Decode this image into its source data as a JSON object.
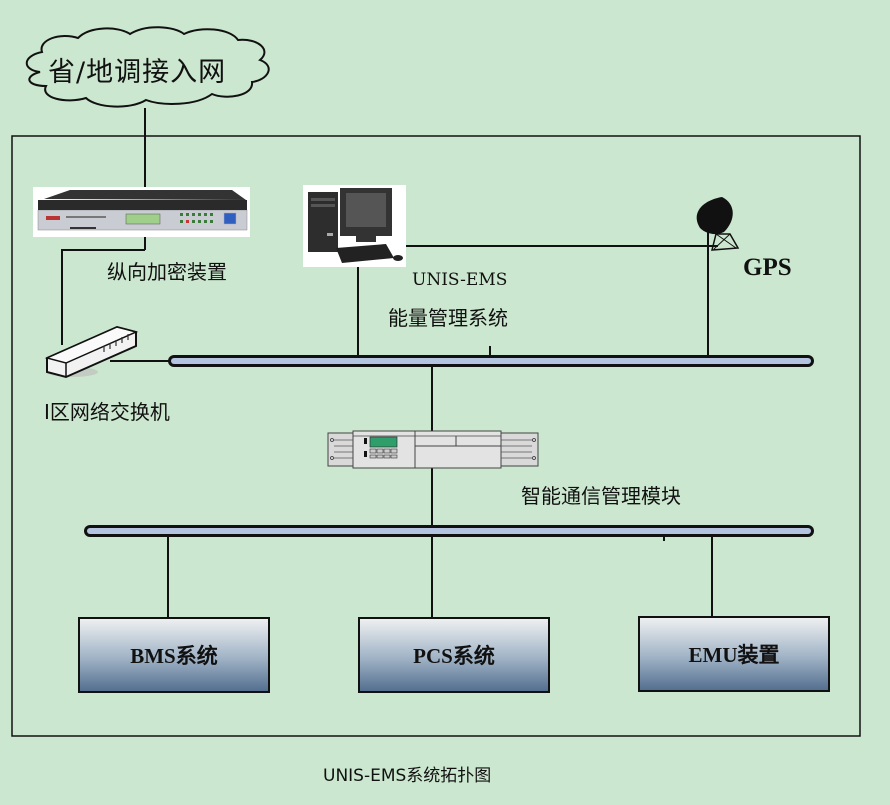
{
  "diagram": {
    "title": "UNIS-EMS系统拓扑图",
    "colors": {
      "background": "#cce7cf",
      "bus_fill": "#b4c4e0",
      "bus_outline": "#111111",
      "box_top": "#eef0f1",
      "box_bottom": "#546f90",
      "display_green": "#2e9e6a"
    },
    "nodes": {
      "cloud": {
        "label": "省/地调接入网",
        "icon": "cloud-icon"
      },
      "encryption": {
        "label": "纵向加密装置",
        "icon": "rack-device-icon"
      },
      "ems": {
        "label_line1": "UNIS-EMS",
        "label_line2": "能量管理系统",
        "icon": "desktop-computer-icon"
      },
      "gps": {
        "label": "GPS",
        "icon": "satellite-dish-icon"
      },
      "switch": {
        "label": "I区网络交换机",
        "icon": "network-switch-icon"
      },
      "comm_module": {
        "label": "智能通信管理模块",
        "icon": "server-rack-icon"
      },
      "bms": {
        "label": "BMS系统"
      },
      "pcs": {
        "label": "PCS系统"
      },
      "emu": {
        "label": "EMU装置"
      }
    },
    "edges": [
      [
        "cloud",
        "encryption"
      ],
      [
        "encryption",
        "switch"
      ],
      [
        "switch",
        "bus_1"
      ],
      [
        "ems",
        "bus_1"
      ],
      [
        "ems",
        "gps"
      ],
      [
        "gps",
        "bus_1"
      ],
      [
        "bus_1",
        "comm_module"
      ],
      [
        "comm_module",
        "bus_2"
      ],
      [
        "bus_2",
        "bms"
      ],
      [
        "bus_2",
        "pcs"
      ],
      [
        "bus_2",
        "emu"
      ]
    ]
  }
}
